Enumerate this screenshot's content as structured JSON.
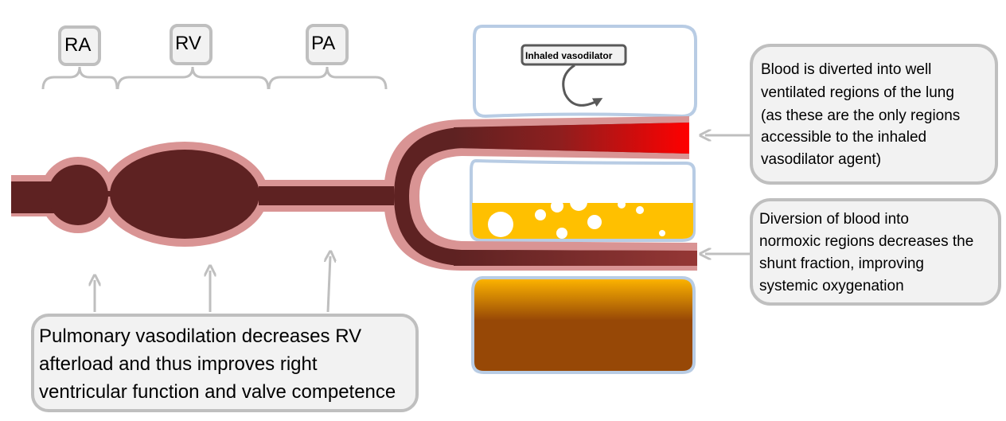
{
  "chambers": {
    "ra": "RA",
    "rv": "RV",
    "pa": "PA"
  },
  "inhaled_label": "Inhaled vasodilator",
  "callouts": {
    "top_right": [
      "Blood is diverted into well",
      "ventilated regions of the lung",
      "(as these are the only regions",
      "accessible to the inhaled",
      "vasodilator agent)"
    ],
    "mid_right": [
      "Diversion of blood into",
      "normoxic regions decreases the",
      "shunt fraction, improving",
      "systemic oxygenation"
    ],
    "bottom_left": [
      "Pulmonary vasodilation decreases RV",
      "afterload and thus improves right",
      "ventricular function and valve competence"
    ]
  },
  "colors": {
    "vessel_dark": "#5e2222",
    "vessel_wall": "#d99494",
    "oxygenated": "#ff0000",
    "alveolus_border": "#b8cce4",
    "fluid_yellow": "#ffc000",
    "consolidated_brown": "#974806",
    "callout_fill": "#f2f2f2",
    "callout_border": "#bfbfbf"
  }
}
